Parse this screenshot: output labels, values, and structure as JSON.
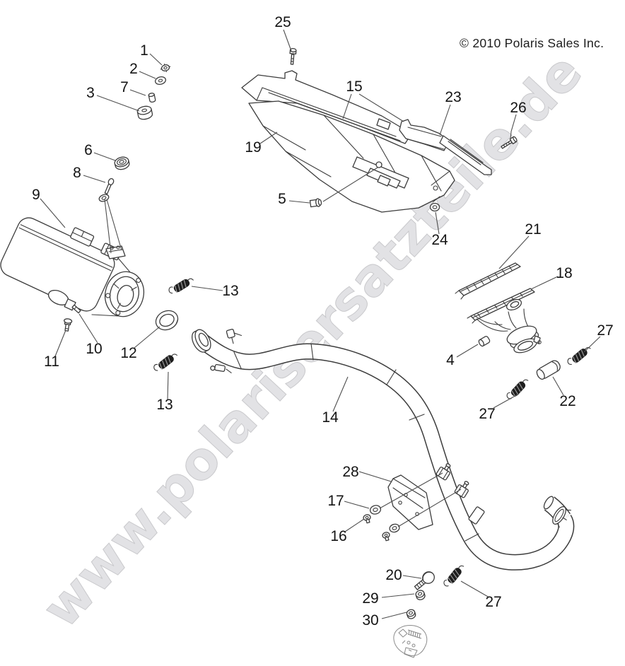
{
  "header": {
    "copyright": "© 2010 Polaris Sales Inc."
  },
  "watermark": {
    "text": "www.polarisersatzteile.de"
  },
  "diagram": {
    "callouts": [
      {
        "label": "1"
      },
      {
        "label": "2"
      },
      {
        "label": "7"
      },
      {
        "label": "3"
      },
      {
        "label": "6"
      },
      {
        "label": "8"
      },
      {
        "label": "9"
      },
      {
        "label": "25"
      },
      {
        "label": "19"
      },
      {
        "label": "15"
      },
      {
        "label": "5"
      },
      {
        "label": "23"
      },
      {
        "label": "26"
      },
      {
        "label": "24"
      },
      {
        "label": "21"
      },
      {
        "label": "18"
      },
      {
        "label": "4"
      },
      {
        "label": "27"
      },
      {
        "label": "22"
      },
      {
        "label": "27"
      },
      {
        "label": "13"
      },
      {
        "label": "12"
      },
      {
        "label": "13"
      },
      {
        "label": "10"
      },
      {
        "label": "11"
      },
      {
        "label": "14"
      },
      {
        "label": "28"
      },
      {
        "label": "17"
      },
      {
        "label": "16"
      },
      {
        "label": "20"
      },
      {
        "label": "29"
      },
      {
        "label": "30"
      },
      {
        "label": "27"
      }
    ]
  }
}
